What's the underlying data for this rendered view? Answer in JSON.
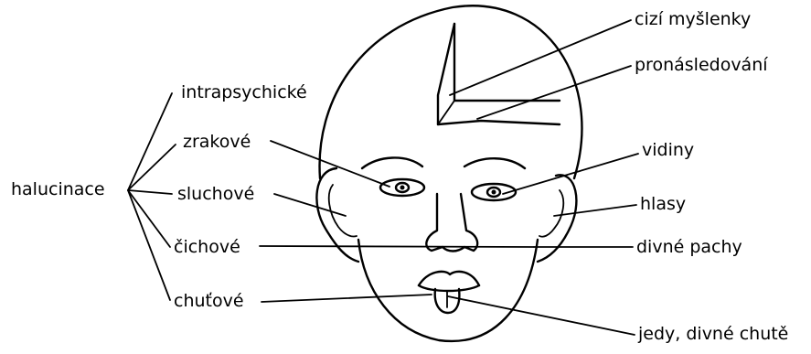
{
  "diagram": {
    "root": "halucinace",
    "categories": [
      {
        "label": "intrapsychické",
        "example": "cizí myšlenky"
      },
      {
        "label": "zrakové",
        "example": "vidiny"
      },
      {
        "label": "sluchové",
        "example": "hlasy"
      },
      {
        "label": "čichové",
        "example": "divné pachy"
      },
      {
        "label": "chuťové",
        "example": "jedy, divné chutě"
      }
    ],
    "extra_examples": [
      "pronásledování"
    ]
  }
}
